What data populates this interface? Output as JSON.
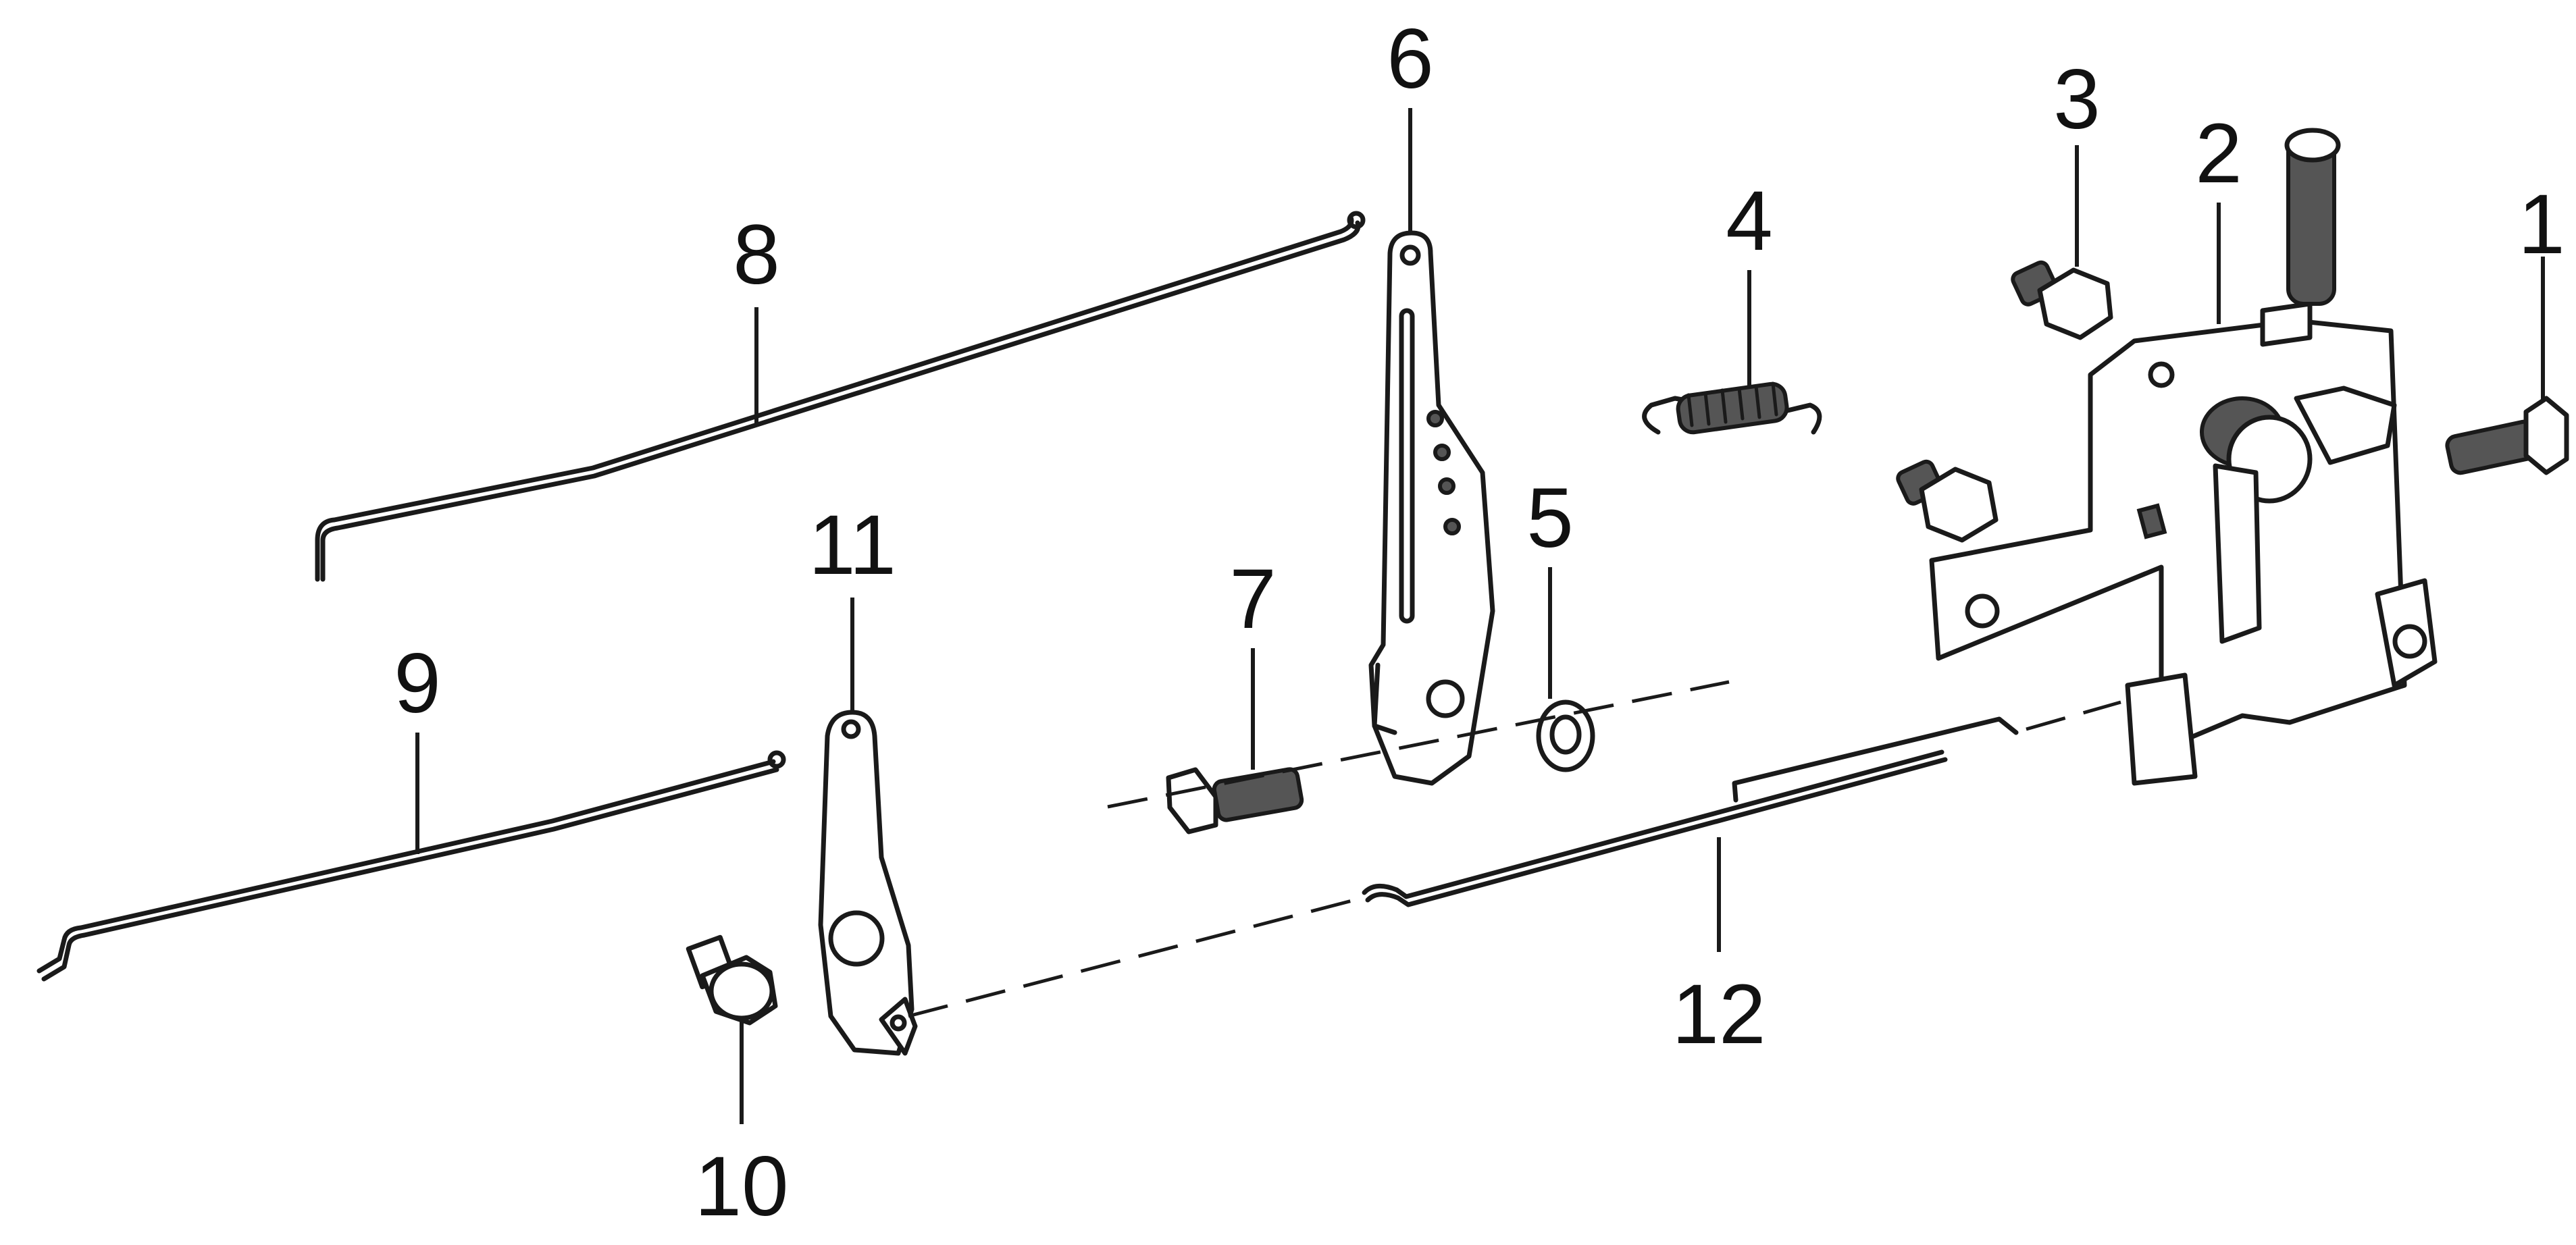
{
  "diagram": {
    "callouts": [
      {
        "id": "1",
        "label": "1"
      },
      {
        "id": "2",
        "label": "2"
      },
      {
        "id": "3",
        "label": "3"
      },
      {
        "id": "4",
        "label": "4"
      },
      {
        "id": "5",
        "label": "5"
      },
      {
        "id": "6",
        "label": "6"
      },
      {
        "id": "7",
        "label": "7"
      },
      {
        "id": "8",
        "label": "8"
      },
      {
        "id": "9",
        "label": "9"
      },
      {
        "id": "10",
        "label": "10"
      },
      {
        "id": "11",
        "label": "11"
      },
      {
        "id": "12",
        "label": "12"
      }
    ],
    "colors": {
      "line": "#1a1a1a",
      "background": "#ffffff",
      "shade": "#555555"
    }
  }
}
